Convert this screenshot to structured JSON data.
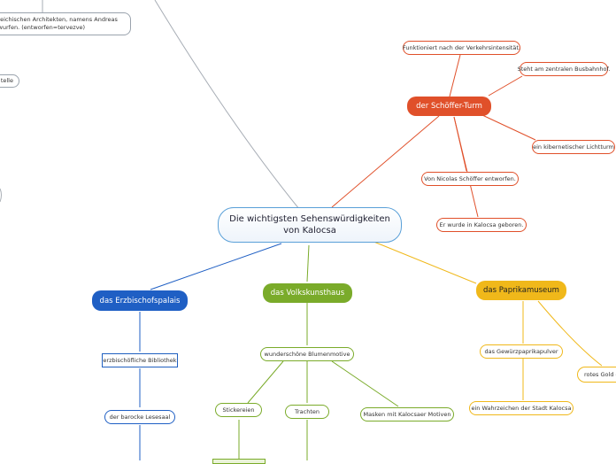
{
  "center": {
    "line1": "Die wichtigsten Sehenswürdigkeiten",
    "line2": "von      Kalocsa"
  },
  "left_partial": {
    "note_line1": "rreichischen Architekten, namens Andreas",
    "note_line2": "twurfen. (entworfen=tervezve)",
    "small_label": "telle"
  },
  "orange": {
    "main": "der Schöffer-Turm",
    "leaves": [
      "Funktioniert nach der Verkehrsintensität.",
      "Steht am zentralen Busbahnhof.",
      "ein kibernetischer Lichtturm",
      "Von Nicolas Schöffer entworfen.",
      "Er wurde in Kalocsa geboren."
    ]
  },
  "blue": {
    "main": "das Erzbischofspalais",
    "leaves": [
      "erzbischöfliche Bibliothek",
      "der barocke Lesesaal"
    ]
  },
  "green": {
    "main": "das Volkskunsthaus",
    "child": "wunderschöne Blumenmotive",
    "leaves": [
      "Stickereien",
      "Trachten",
      "Masken mit Kalocsaer Motiven"
    ]
  },
  "yellow": {
    "main": "das Paprikamuseum",
    "leaves": [
      "das Gewürzpaprikapulver",
      "ein Wahrzeichen der Stadt Kalocsa",
      "rotes Gold der"
    ]
  },
  "colors": {
    "orange": "#e0502a",
    "blue": "#1f5fc4",
    "green": "#7aab2a",
    "yellow": "#f0b81a",
    "grey": "#9aa3ad"
  }
}
